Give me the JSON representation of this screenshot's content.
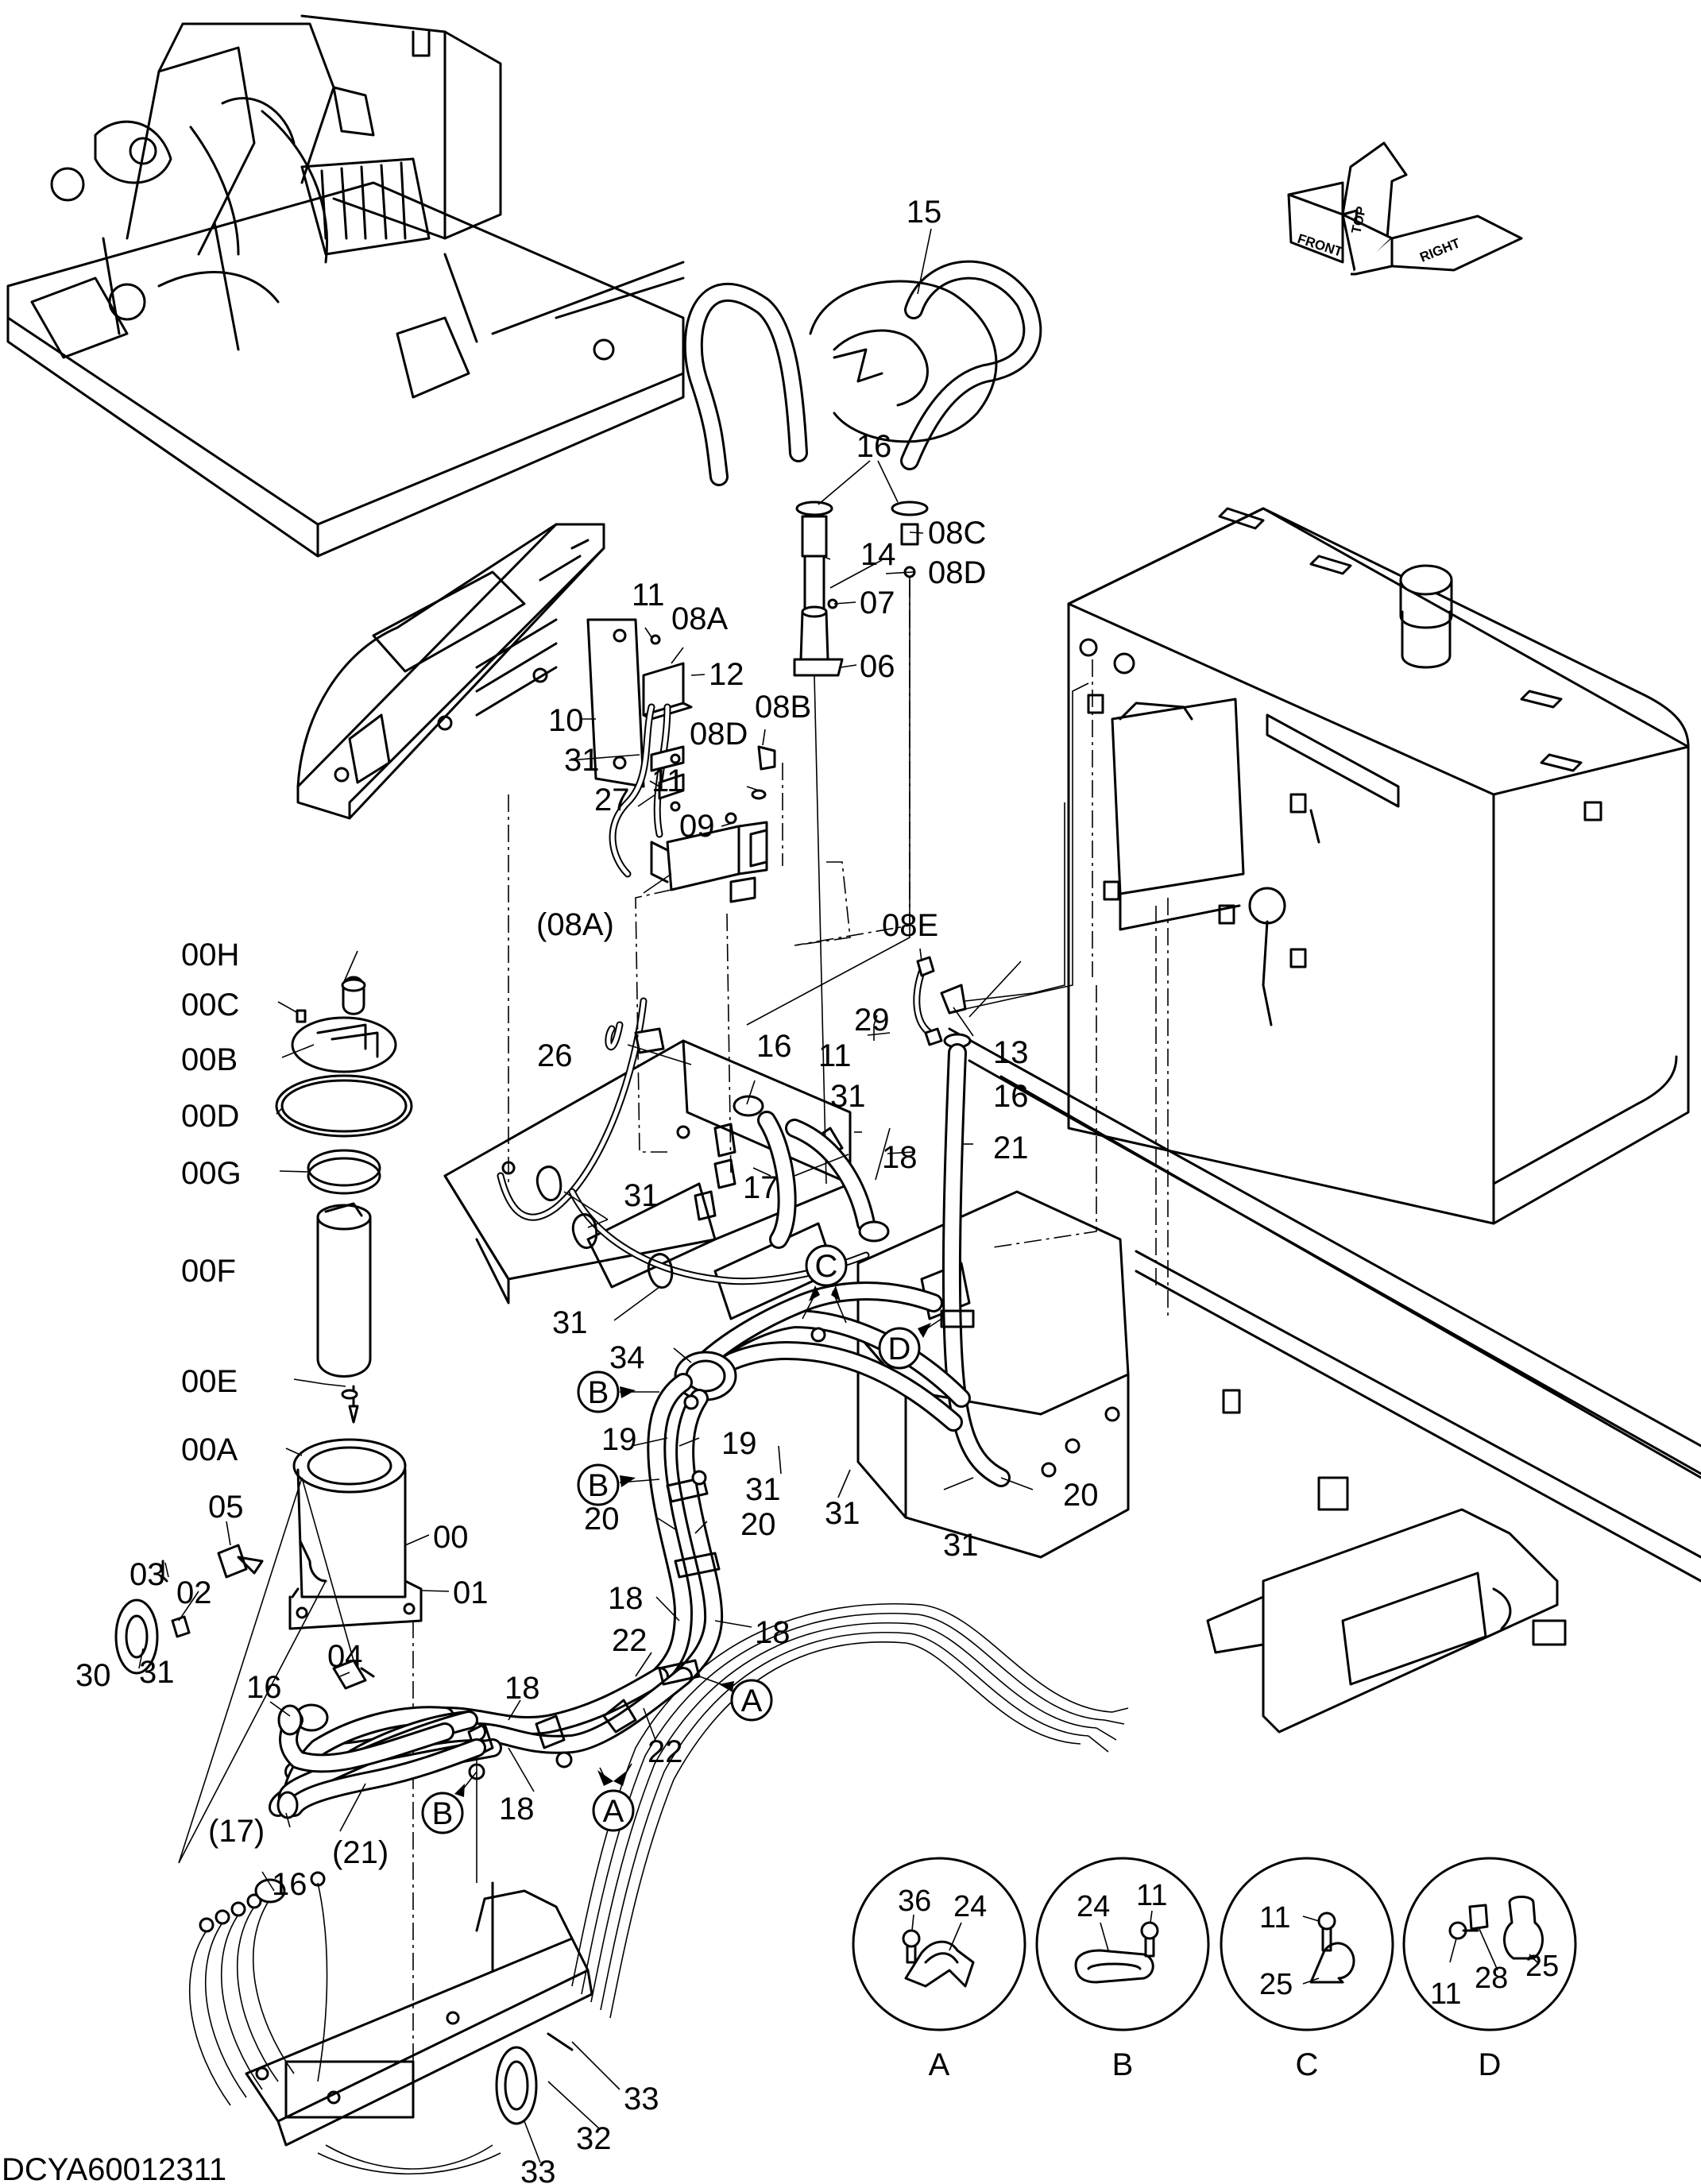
{
  "figure_code": "DCYA60012311",
  "orientation": {
    "top": "TOP",
    "front": "FRONT",
    "right": "RIGHT"
  },
  "callouts": [
    "15",
    "16",
    "08C",
    "14",
    "08D",
    "07",
    "06",
    "11",
    "08A",
    "12",
    "08B",
    "10",
    "08D",
    "31",
    "27",
    "11",
    "09",
    "(08A)",
    "08E",
    "00H",
    "00C",
    "00B",
    "00D",
    "00G",
    "00F",
    "00E",
    "00A",
    "00",
    "01",
    "05",
    "03",
    "02",
    "30",
    "31",
    "04",
    "16",
    "(17)",
    "(21)",
    "16",
    "26",
    "16",
    "29",
    "11",
    "13",
    "16",
    "31",
    "21",
    "18",
    "17",
    "31",
    "31",
    "34",
    "19",
    "19",
    "20",
    "20",
    "31",
    "31",
    "31",
    "20",
    "18",
    "18",
    "22",
    "22",
    "18",
    "18",
    "33",
    "32",
    "33",
    "36",
    "24",
    "24",
    "11",
    "11",
    "25",
    "11",
    "28",
    "25"
  ],
  "ref_markers": {
    "c_upper": "C",
    "b_upper": "B",
    "b_middle": "B",
    "d_marker": "D",
    "a_upper": "A",
    "b_lower": "B",
    "a_lower": "A"
  },
  "detail_views": [
    {
      "letter": "A",
      "parts": [
        "36",
        "24"
      ]
    },
    {
      "letter": "B",
      "parts": [
        "24",
        "11"
      ]
    },
    {
      "letter": "C",
      "parts": [
        "11",
        "25"
      ]
    },
    {
      "letter": "D",
      "parts": [
        "11",
        "28",
        "25"
      ]
    }
  ]
}
